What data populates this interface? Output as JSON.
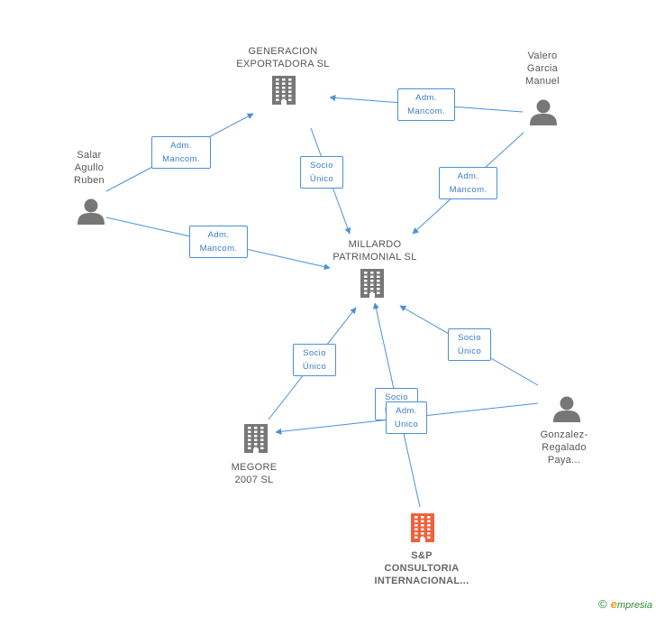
{
  "nodes": {
    "generacion": {
      "label": "GENERACION\nEXPORTADORA SL",
      "kind": "company",
      "color": "#777777"
    },
    "valero": {
      "label": "Valero\nGarcia\nManuel",
      "kind": "person",
      "color": "#777777"
    },
    "salar": {
      "label": "Salar\nAgullo\nRuben",
      "kind": "person",
      "color": "#777777"
    },
    "millardo": {
      "label": "MILLARDO\nPATRIMONIAL SL",
      "kind": "company",
      "color": "#777777"
    },
    "megore": {
      "label": "MEGORE\n2007 SL",
      "kind": "company",
      "color": "#777777"
    },
    "gonzalez": {
      "label": "Gonzalez-\nRegalado\nPaya...",
      "kind": "person",
      "color": "#777777"
    },
    "sp": {
      "label": "S&P\nCONSULTORIA\nINTERNACIONAL...",
      "kind": "company",
      "color": "#f0613a"
    }
  },
  "edges": [
    {
      "id": "salar-generacion",
      "label": "Adm.\nMancom."
    },
    {
      "id": "valero-generacion",
      "label": "Adm.\nMancom."
    },
    {
      "id": "generacion-millardo",
      "label": "Socio\nÚnico"
    },
    {
      "id": "valero-millardo",
      "label": "Adm.\nMancom."
    },
    {
      "id": "salar-millardo",
      "label": "Adm.\nMancom."
    },
    {
      "id": "megore-millardo",
      "label": "Socio\nÚnico"
    },
    {
      "id": "gonzalez-millardo",
      "label": "Socio\nÚnico"
    },
    {
      "id": "sp-millardo",
      "label": "Socio\nÚnico"
    },
    {
      "id": "gonzalez-megore",
      "label": "Adm.\nUnico"
    }
  ],
  "colors": {
    "edge": "#4a90d9",
    "node": "#777777",
    "highlight": "#f0613a"
  },
  "footer": {
    "copyright": "©",
    "brand_initial": "e",
    "brand_rest": "mpresia"
  }
}
